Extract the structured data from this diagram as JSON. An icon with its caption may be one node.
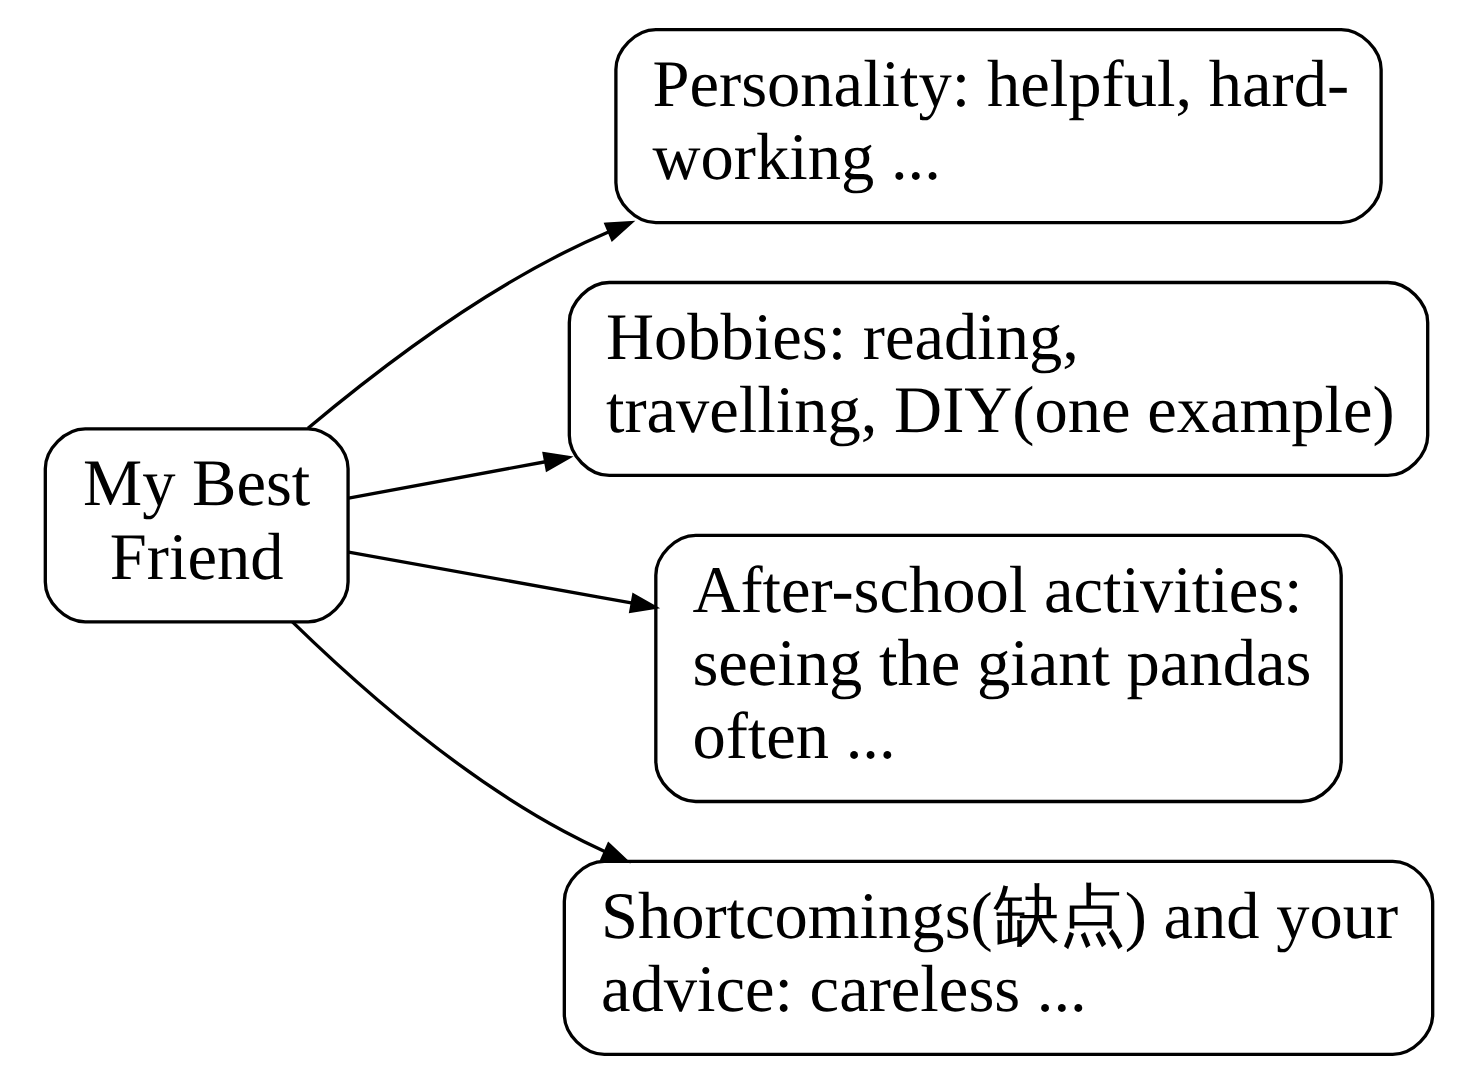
{
  "diagram": {
    "nodes": [
      {
        "text": [
          "My Best Friend"
        ]
      },
      {
        "text": [
          "Personality: helpful, hard-working ..."
        ]
      },
      {
        "text": [
          "Hobbies: reading, travelling, DIY(one example)"
        ]
      },
      {
        "text": [
          "After-school activities: seeing the giant pandas often ..."
        ]
      },
      {
        "text": [
          "Shortcomings(缺点) and your advice: careless ..."
        ]
      }
    ],
    "edges": [
      {
        "from": 0,
        "to": 1,
        "arrow": "to"
      },
      {
        "from": 0,
        "to": 2,
        "arrow": "to"
      },
      {
        "from": 0,
        "to": 3,
        "arrow": "to"
      },
      {
        "from": 0,
        "to": 4,
        "arrow": "to"
      }
    ]
  }
}
